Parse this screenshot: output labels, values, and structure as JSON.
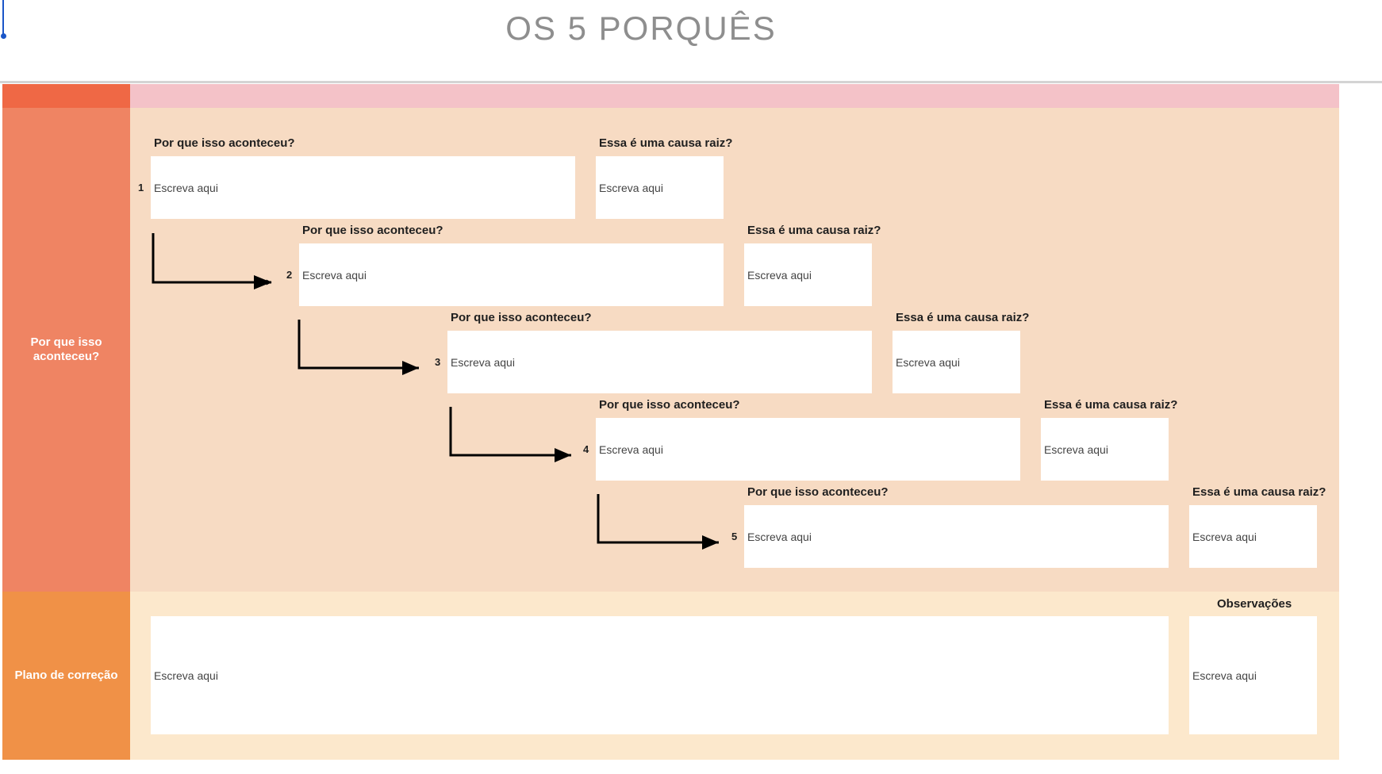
{
  "title": "OS 5 PORQUÊS",
  "colors": {
    "corner": "#ef6845",
    "header_band": "#f4c2c8",
    "side_why": "#ef8463",
    "side_plan": "#f09147",
    "panel_why": "#f7dbc3",
    "panel_plan": "#fce8cc"
  },
  "sections": {
    "why_label": "Por que isso aconteceu?",
    "plan_label": "Plano de correção"
  },
  "steps": [
    {
      "number": "1",
      "question": "Por que isso aconteceu?",
      "answer_placeholder": "Escreva aqui",
      "root_question": "Essa é uma causa raiz?",
      "root_placeholder": "Escreva aqui"
    },
    {
      "number": "2",
      "question": "Por que isso aconteceu?",
      "answer_placeholder": "Escreva aqui",
      "root_question": "Essa é uma causa raiz?",
      "root_placeholder": "Escreva aqui"
    },
    {
      "number": "3",
      "question": "Por que isso aconteceu?",
      "answer_placeholder": "Escreva aqui",
      "root_question": "Essa é uma causa raiz?",
      "root_placeholder": "Escreva aqui"
    },
    {
      "number": "4",
      "question": "Por que isso aconteceu?",
      "answer_placeholder": "Escreva aqui",
      "root_question": "Essa é uma causa raiz?",
      "root_placeholder": "Escreva aqui"
    },
    {
      "number": "5",
      "question": "Por que isso aconteceu?",
      "answer_placeholder": "Escreva aqui",
      "root_question": "Essa é uma causa raiz?",
      "root_placeholder": "Escreva aqui"
    }
  ],
  "plan": {
    "placeholder": "Escreva aqui",
    "notes_label": "Observações",
    "notes_placeholder": "Escreva aqui"
  },
  "icons": {
    "flow_arrow": "arrow-right-icon"
  }
}
